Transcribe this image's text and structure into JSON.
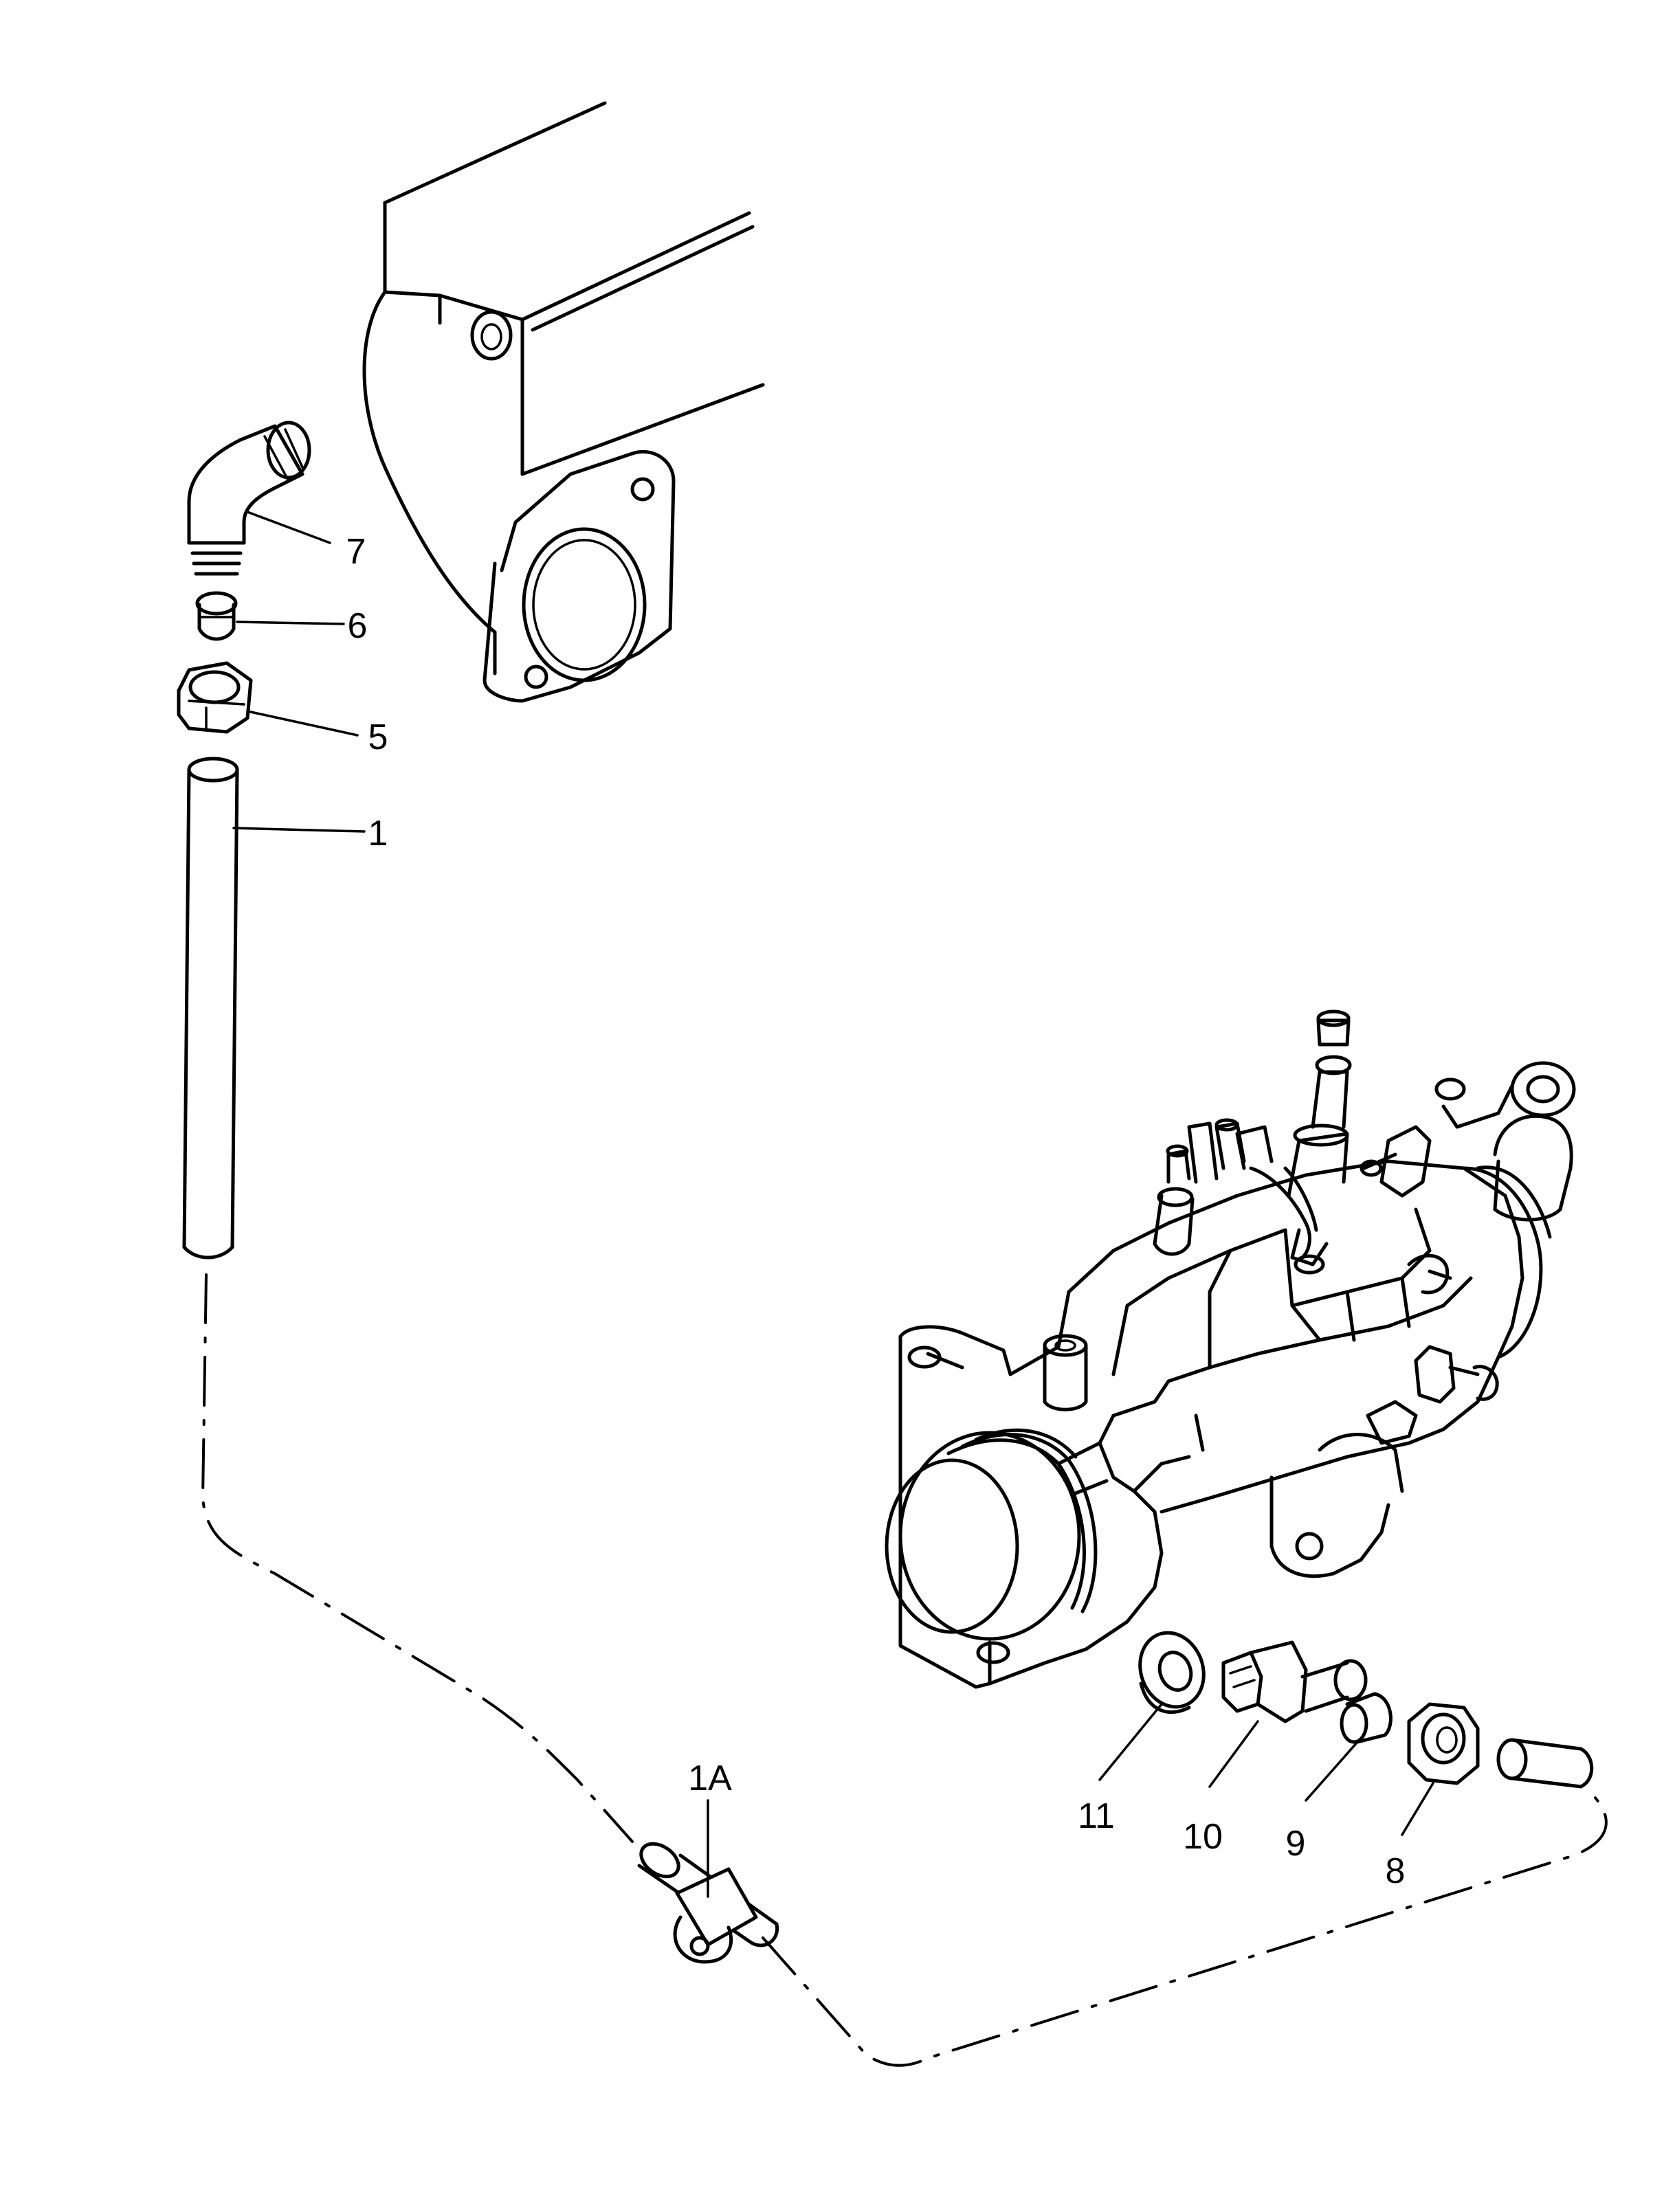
{
  "diagram": {
    "callouts": [
      {
        "id": "7",
        "label": "7"
      },
      {
        "id": "6",
        "label": "6"
      },
      {
        "id": "5",
        "label": "5"
      },
      {
        "id": "1",
        "label": "1"
      },
      {
        "id": "1A",
        "label": "1A"
      },
      {
        "id": "11",
        "label": "11"
      },
      {
        "id": "10",
        "label": "10"
      },
      {
        "id": "9",
        "label": "9"
      },
      {
        "id": "8",
        "label": "8"
      }
    ]
  }
}
